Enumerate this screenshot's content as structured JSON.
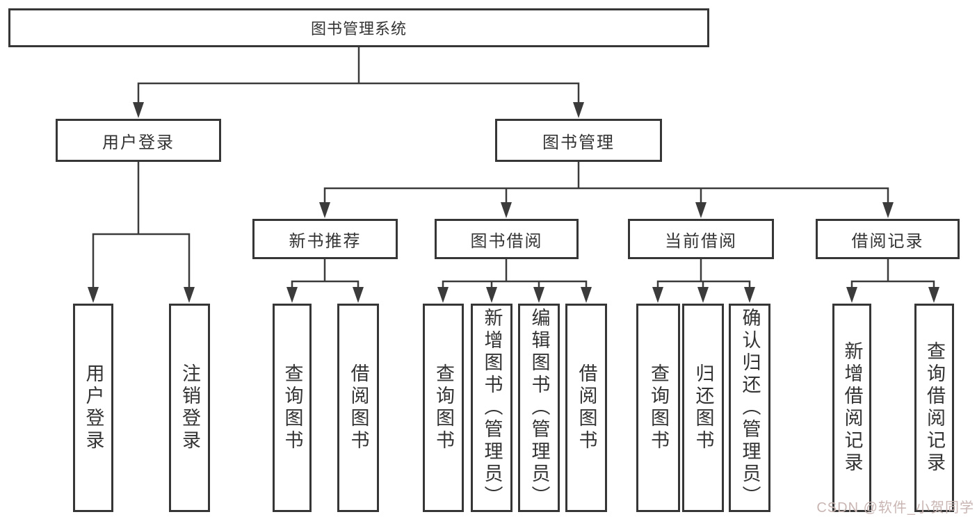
{
  "diagram": {
    "title_node": {
      "label": "图书管理系统"
    },
    "level2": [
      {
        "label": "用户登录"
      },
      {
        "label": "图书管理"
      }
    ],
    "level3": [
      {
        "label": "新书推荐"
      },
      {
        "label": "图书借阅"
      },
      {
        "label": "当前借阅"
      },
      {
        "label": "借阅记录"
      }
    ],
    "leaves": {
      "login": [
        {
          "label": "用户登录"
        },
        {
          "label": "注销登录"
        }
      ],
      "newbook": [
        {
          "label": "查询图书"
        },
        {
          "label": "借阅图书"
        }
      ],
      "borrow": [
        {
          "label": "查询图书"
        },
        {
          "label": "新增图书（管理员）"
        },
        {
          "label": "编辑图书（管理员）"
        },
        {
          "label": "借阅图书"
        }
      ],
      "current": [
        {
          "label": "查询图书"
        },
        {
          "label": "归还图书"
        },
        {
          "label": "确认归还（管理员）"
        }
      ],
      "records": [
        {
          "label": "新增借阅记录"
        },
        {
          "label": "查询借阅记录"
        }
      ]
    }
  },
  "watermark": {
    "text": "CSDN @软件_小贺同学"
  },
  "colors": {
    "background": "#ffffff",
    "box_border": "#363636",
    "line": "#3b3b3b",
    "text": "#333333",
    "watermark_color": "#c9b6b3"
  }
}
